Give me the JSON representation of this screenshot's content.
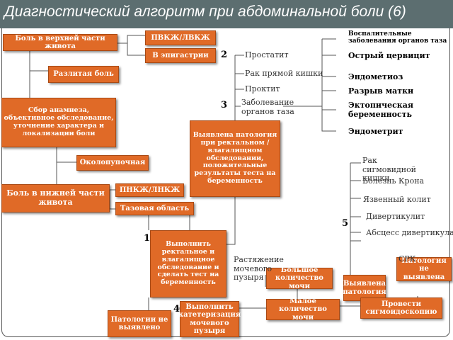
{
  "title": "Диагностический алгоритм при абдоминальной боли (6)",
  "boxes": {
    "upper_pain": "Боль в верхней части живота",
    "pvkzh": "ПВКЖ/ЛВКЖ",
    "epigastrium": "В эпигастрии",
    "diffuse": "Разлитая боль",
    "anamnesis": "Сбор анамнеза, объективное обследование, уточнение характера и локализации боли",
    "periumbilical": "Околопупочная",
    "lower_pain": "Боль в нижней части живота",
    "pnkzh": "ПНКЖ/ЛНКЖ",
    "pelvic": "Тазовая область",
    "pathology_found": "Выявлена патология при ректальном / влагалищном обследовании, положительные результаты теста на беременность",
    "do_rectal": "Выполнить ректальное и влагалищное обследование и сделать тест на беременность",
    "no_pathology": "Патологии не выявлено",
    "catheterization": "Выполнить катетеризация мочевого пузыря",
    "large_urine": "Большое количество мочи",
    "small_urine": "Малое количество мочи",
    "identified": "Выявлена патология",
    "not_identified": "Патология не выявлена",
    "sigmoidoscopy": "Провести сигмоидоскопию"
  },
  "texts": {
    "inflammatory": "Воспалительные заболевания органов таза",
    "cervicitis": "Острый цервицит",
    "endometriosis": "Эндометиоз",
    "uterus_rupture": "Разрыв матки",
    "ectopic": "Эктопическая беременность",
    "endometritis": "Эндометрит",
    "prostatitis": "Простатит",
    "rectal_cancer": "Рак прямой кишки",
    "proctitis": "Проктит",
    "pelvic_disease": "Заболевание органов таза",
    "sigmoid_cancer": "Рак сигмовидной кишки",
    "crohn": "Болезнь Крона",
    "ulcerative_colitis": "Язвенный колит",
    "diverticulitis": "Дивертикулит",
    "diverticula_abscess": "Абсцесс дивертикула",
    "bladder_distension": "Растяжение мочевого пузыря",
    "ibs": "СРК"
  },
  "numbers": {
    "n1": "1",
    "n2": "2",
    "n3": "3",
    "n4": "4",
    "n5": "5"
  }
}
